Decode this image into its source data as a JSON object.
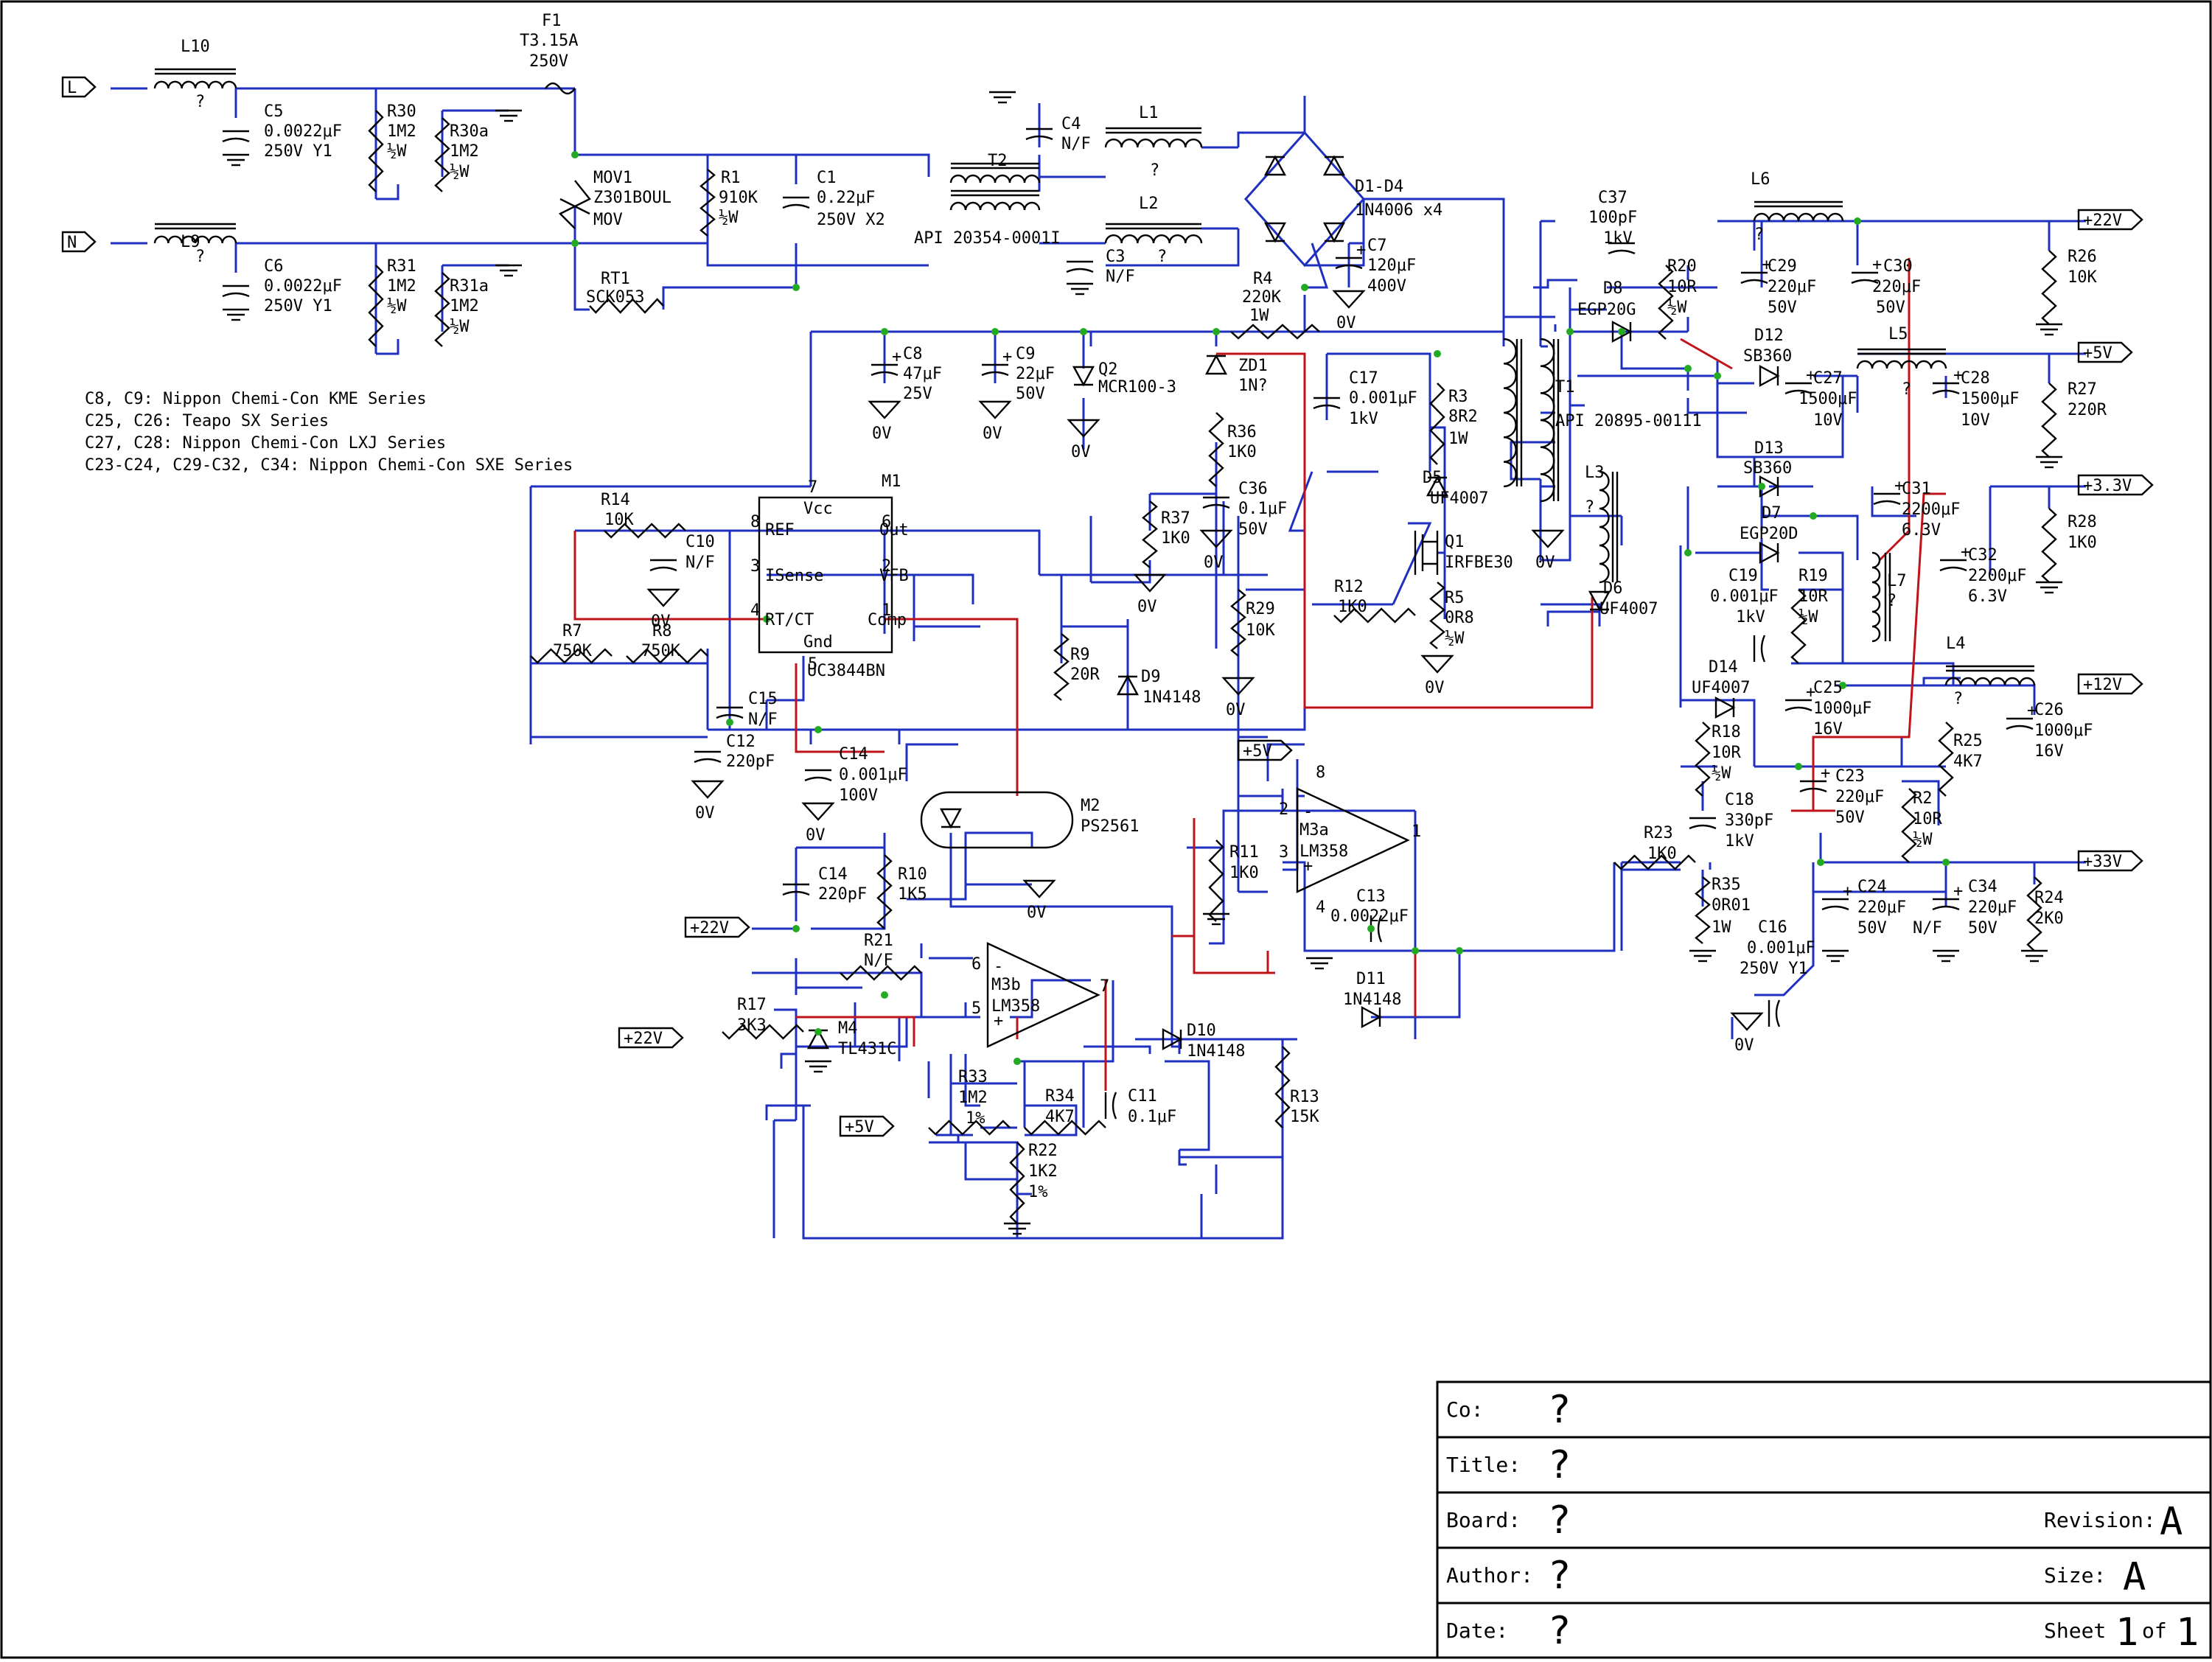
{
  "notes": [
    "C8, C9: Nippon Chemi-Con KME Series",
    "C25, C26: Teapo SX Series",
    "C27, C28: Nippon Chemi-Con LXJ Series",
    "C23-C24, C29-C32, C34: Nippon Chemi-Con SXE Series"
  ],
  "ports": [
    {
      "id": "L",
      "text": "L"
    },
    {
      "id": "N",
      "text": "N"
    },
    {
      "id": "p22a",
      "text": "+22V"
    },
    {
      "id": "p5a",
      "text": "+5V"
    },
    {
      "id": "p33",
      "text": "+3.3V"
    },
    {
      "id": "p12",
      "text": "+12V"
    },
    {
      "id": "p33b",
      "text": "+33V"
    },
    {
      "id": "in22a",
      "text": "+22V"
    },
    {
      "id": "in22b",
      "text": "+22V"
    },
    {
      "id": "in5a",
      "text": "+5V"
    },
    {
      "id": "in5b",
      "text": "+5V"
    }
  ],
  "labels": [
    {
      "id": "L10",
      "text": "L10"
    },
    {
      "id": "L10v",
      "text": "?"
    },
    {
      "id": "L9",
      "text": "L9"
    },
    {
      "id": "L9v",
      "text": "?"
    },
    {
      "id": "F1",
      "text": "F1"
    },
    {
      "id": "F1v",
      "text": "T3.15A"
    },
    {
      "id": "F1v2",
      "text": "250V"
    },
    {
      "id": "C5",
      "text": "C5"
    },
    {
      "id": "C5v",
      "text": "0.0022μF"
    },
    {
      "id": "C5v2",
      "text": "250V Y1"
    },
    {
      "id": "C6",
      "text": "C6"
    },
    {
      "id": "C6v",
      "text": "0.0022μF"
    },
    {
      "id": "C6v2",
      "text": "250V Y1"
    },
    {
      "id": "R30",
      "text": "R30"
    },
    {
      "id": "R30v",
      "text": "1M2"
    },
    {
      "id": "R30w",
      "text": "½W"
    },
    {
      "id": "R30a",
      "text": "R30a"
    },
    {
      "id": "R30av",
      "text": "1M2"
    },
    {
      "id": "R30aw",
      "text": "½W"
    },
    {
      "id": "R31",
      "text": "R31"
    },
    {
      "id": "R31v",
      "text": "1M2"
    },
    {
      "id": "R31w",
      "text": "½W"
    },
    {
      "id": "R31a",
      "text": "R31a"
    },
    {
      "id": "R31av",
      "text": "1M2"
    },
    {
      "id": "R31aw",
      "text": "½W"
    },
    {
      "id": "MOV1",
      "text": "MOV1"
    },
    {
      "id": "MOV1v",
      "text": "Z301BOUL"
    },
    {
      "id": "MOV1t",
      "text": "MOV"
    },
    {
      "id": "RT1",
      "text": "RT1"
    },
    {
      "id": "RT1v",
      "text": "SCK053"
    },
    {
      "id": "R1",
      "text": "R1"
    },
    {
      "id": "R1v",
      "text": "910K"
    },
    {
      "id": "R1w",
      "text": "½W"
    },
    {
      "id": "C1",
      "text": "C1"
    },
    {
      "id": "C1v",
      "text": "0.22μF"
    },
    {
      "id": "C1v2",
      "text": "250V X2"
    },
    {
      "id": "T2",
      "text": "T2"
    },
    {
      "id": "T2v",
      "text": "API 20354-0001I"
    },
    {
      "id": "C4",
      "text": "C4"
    },
    {
      "id": "C4v",
      "text": "N/F"
    },
    {
      "id": "C3",
      "text": "C3"
    },
    {
      "id": "C3v",
      "text": "N/F"
    },
    {
      "id": "L1",
      "text": "L1"
    },
    {
      "id": "L1v",
      "text": "?"
    },
    {
      "id": "L2",
      "text": "L2"
    },
    {
      "id": "L2v",
      "text": "?"
    },
    {
      "id": "D1D4",
      "text": "D1-D4"
    },
    {
      "id": "D1D4v",
      "text": "1N4006 x4"
    },
    {
      "id": "C7",
      "text": "C7"
    },
    {
      "id": "C7v",
      "text": "120μF"
    },
    {
      "id": "C7v2",
      "text": "400V"
    },
    {
      "id": "R4",
      "text": "R4"
    },
    {
      "id": "R4v",
      "text": "220K"
    },
    {
      "id": "R4w",
      "text": "1W"
    },
    {
      "id": "C8",
      "text": "C8"
    },
    {
      "id": "C8v",
      "text": "47μF"
    },
    {
      "id": "C8v2",
      "text": "25V"
    },
    {
      "id": "C9",
      "text": "C9"
    },
    {
      "id": "C9v",
      "text": "22μF"
    },
    {
      "id": "C9v2",
      "text": "50V"
    },
    {
      "id": "Q2",
      "text": "Q2"
    },
    {
      "id": "Q2v",
      "text": "MCR100-3"
    },
    {
      "id": "ZD1",
      "text": "ZD1"
    },
    {
      "id": "ZD1v",
      "text": "1N?"
    },
    {
      "id": "R36",
      "text": "R36"
    },
    {
      "id": "R36v",
      "text": "1K0"
    },
    {
      "id": "C36",
      "text": "C36"
    },
    {
      "id": "C36v",
      "text": "0.1μF"
    },
    {
      "id": "C36v2",
      "text": "50V"
    },
    {
      "id": "R37",
      "text": "R37"
    },
    {
      "id": "R37v",
      "text": "1K0"
    },
    {
      "id": "C17",
      "text": "C17"
    },
    {
      "id": "C17v",
      "text": "0.001μF"
    },
    {
      "id": "C17v2",
      "text": "1kV"
    },
    {
      "id": "R3",
      "text": "R3"
    },
    {
      "id": "R3v",
      "text": "8R2"
    },
    {
      "id": "R3w",
      "text": "1W"
    },
    {
      "id": "D5",
      "text": "D5"
    },
    {
      "id": "D5v",
      "text": "UF4007"
    },
    {
      "id": "Q1",
      "text": "Q1"
    },
    {
      "id": "Q1v",
      "text": "IRFBE30"
    },
    {
      "id": "R5",
      "text": "R5"
    },
    {
      "id": "R5v",
      "text": "0R8"
    },
    {
      "id": "R5w",
      "text": "½W"
    },
    {
      "id": "R12",
      "text": "R12"
    },
    {
      "id": "R12v",
      "text": "1K0"
    },
    {
      "id": "R29",
      "text": "R29"
    },
    {
      "id": "R29v",
      "text": "10K"
    },
    {
      "id": "M1",
      "text": "M1"
    },
    {
      "id": "M1v",
      "text": "UC3844BN"
    },
    {
      "id": "Vcc",
      "text": "Vcc"
    },
    {
      "id": "REF",
      "text": "REF"
    },
    {
      "id": "Out",
      "text": "Out"
    },
    {
      "id": "ISense",
      "text": "ISense"
    },
    {
      "id": "VFB",
      "text": "VFB"
    },
    {
      "id": "RTCT",
      "text": "RT/CT"
    },
    {
      "id": "Comp",
      "text": "Comp"
    },
    {
      "id": "Gnd",
      "text": "Gnd"
    },
    {
      "id": "R14",
      "text": "R14"
    },
    {
      "id": "R14v",
      "text": "10K"
    },
    {
      "id": "C10",
      "text": "C10"
    },
    {
      "id": "C10v",
      "text": "N/F"
    },
    {
      "id": "R7",
      "text": "R7"
    },
    {
      "id": "R7v",
      "text": "750K"
    },
    {
      "id": "R8",
      "text": "R8"
    },
    {
      "id": "R8v",
      "text": "750K"
    },
    {
      "id": "C15",
      "text": "C15"
    },
    {
      "id": "C15v",
      "text": "N/F"
    },
    {
      "id": "C12",
      "text": "C12"
    },
    {
      "id": "C12v",
      "text": "220pF"
    },
    {
      "id": "C14a",
      "text": "C14"
    },
    {
      "id": "C14av",
      "text": "0.001μF"
    },
    {
      "id": "C14av2",
      "text": "100V"
    },
    {
      "id": "R9",
      "text": "R9"
    },
    {
      "id": "R9v",
      "text": "20R"
    },
    {
      "id": "D9",
      "text": "D9"
    },
    {
      "id": "D9v",
      "text": "1N4148"
    },
    {
      "id": "M2",
      "text": "M2"
    },
    {
      "id": "M2v",
      "text": "PS2561"
    },
    {
      "id": "C14b",
      "text": "C14"
    },
    {
      "id": "C14bv",
      "text": "220pF"
    },
    {
      "id": "R10",
      "text": "R10"
    },
    {
      "id": "R10v",
      "text": "1K5"
    },
    {
      "id": "R21",
      "text": "R21"
    },
    {
      "id": "R21v",
      "text": "N/F"
    },
    {
      "id": "M3b",
      "text": "M3b"
    },
    {
      "id": "M3bv",
      "text": "LM358"
    },
    {
      "id": "R17",
      "text": "R17"
    },
    {
      "id": "R17v",
      "text": "3K3"
    },
    {
      "id": "M4",
      "text": "M4"
    },
    {
      "id": "M4v",
      "text": "TL431C"
    },
    {
      "id": "R33",
      "text": "R33"
    },
    {
      "id": "R33v",
      "text": "1M2"
    },
    {
      "id": "R33t",
      "text": "1%"
    },
    {
      "id": "R34",
      "text": "R34"
    },
    {
      "id": "R34v",
      "text": "4K7"
    },
    {
      "id": "C11",
      "text": "C11"
    },
    {
      "id": "C11v",
      "text": "0.1μF"
    },
    {
      "id": "R22",
      "text": "R22"
    },
    {
      "id": "R22v",
      "text": "1K2"
    },
    {
      "id": "R22t",
      "text": "1%"
    },
    {
      "id": "D10",
      "text": "D10"
    },
    {
      "id": "D10v",
      "text": "1N4148"
    },
    {
      "id": "R13",
      "text": "R13"
    },
    {
      "id": "R13v",
      "text": "15K"
    },
    {
      "id": "M3a",
      "text": "M3a"
    },
    {
      "id": "M3av",
      "text": "LM358"
    },
    {
      "id": "R11",
      "text": "R11"
    },
    {
      "id": "R11v",
      "text": "1K0"
    },
    {
      "id": "C13",
      "text": "C13"
    },
    {
      "id": "C13v",
      "text": "0.0022μF"
    },
    {
      "id": "D11",
      "text": "D11"
    },
    {
      "id": "D11v",
      "text": "1N4148"
    },
    {
      "id": "T1",
      "text": "T1"
    },
    {
      "id": "T1v",
      "text": "API 20895-00111"
    },
    {
      "id": "L3",
      "text": "L3"
    },
    {
      "id": "L3v",
      "text": "?"
    },
    {
      "id": "D6",
      "text": "D6"
    },
    {
      "id": "D6v",
      "text": "UF4007"
    },
    {
      "id": "C37",
      "text": "C37"
    },
    {
      "id": "C37v",
      "text": "100pF"
    },
    {
      "id": "C37v2",
      "text": "1kV"
    },
    {
      "id": "D8",
      "text": "D8"
    },
    {
      "id": "D8v",
      "text": "EGP20G"
    },
    {
      "id": "R20",
      "text": "R20"
    },
    {
      "id": "R20v",
      "text": "10R"
    },
    {
      "id": "R20w",
      "text": "½W"
    },
    {
      "id": "L6",
      "text": "L6"
    },
    {
      "id": "L6v",
      "text": "?"
    },
    {
      "id": "C29",
      "text": "C29"
    },
    {
      "id": "C29v",
      "text": "220μF"
    },
    {
      "id": "C29v2",
      "text": "50V"
    },
    {
      "id": "C30",
      "text": "C30"
    },
    {
      "id": "C30v",
      "text": "220μF"
    },
    {
      "id": "C30v2",
      "text": "50V"
    },
    {
      "id": "R26",
      "text": "R26"
    },
    {
      "id": "R26v",
      "text": "10K"
    },
    {
      "id": "D12",
      "text": "D12"
    },
    {
      "id": "D12v",
      "text": "SB360"
    },
    {
      "id": "L5",
      "text": "L5"
    },
    {
      "id": "L5v",
      "text": "?"
    },
    {
      "id": "C27",
      "text": "C27"
    },
    {
      "id": "C27v",
      "text": "1500μF"
    },
    {
      "id": "C27v2",
      "text": "10V"
    },
    {
      "id": "C28",
      "text": "C28"
    },
    {
      "id": "C28v",
      "text": "1500μF"
    },
    {
      "id": "C28v2",
      "text": "10V"
    },
    {
      "id": "R27",
      "text": "R27"
    },
    {
      "id": "R27v",
      "text": "220R"
    },
    {
      "id": "D13",
      "text": "D13"
    },
    {
      "id": "D13v",
      "text": "SB360"
    },
    {
      "id": "C31",
      "text": "C31"
    },
    {
      "id": "C31v",
      "text": "2200μF"
    },
    {
      "id": "C31v2",
      "text": "6.3V"
    },
    {
      "id": "C32",
      "text": "C32"
    },
    {
      "id": "C32v",
      "text": "2200μF"
    },
    {
      "id": "C32v2",
      "text": "6.3V"
    },
    {
      "id": "R28",
      "text": "R28"
    },
    {
      "id": "R28v",
      "text": "1K0"
    },
    {
      "id": "L7",
      "text": "L7"
    },
    {
      "id": "L7v",
      "text": "?"
    },
    {
      "id": "D7",
      "text": "D7"
    },
    {
      "id": "D7v",
      "text": "EGP20D"
    },
    {
      "id": "C19",
      "text": "C19"
    },
    {
      "id": "C19v",
      "text": "0.001μF"
    },
    {
      "id": "C19v2",
      "text": "1kV"
    },
    {
      "id": "R19",
      "text": "R19"
    },
    {
      "id": "R19v",
      "text": "10R"
    },
    {
      "id": "R19w",
      "text": "½W"
    },
    {
      "id": "L4",
      "text": "L4"
    },
    {
      "id": "L4v",
      "text": "?"
    },
    {
      "id": "D14",
      "text": "D14"
    },
    {
      "id": "D14v",
      "text": "UF4007"
    },
    {
      "id": "C25",
      "text": "C25"
    },
    {
      "id": "C25v",
      "text": "1000μF"
    },
    {
      "id": "C25v2",
      "text": "16V"
    },
    {
      "id": "C26",
      "text": "C26"
    },
    {
      "id": "C26v",
      "text": "1000μF"
    },
    {
      "id": "C26v2",
      "text": "16V"
    },
    {
      "id": "R25",
      "text": "R25"
    },
    {
      "id": "R25v",
      "text": "4K7"
    },
    {
      "id": "R18",
      "text": "R18"
    },
    {
      "id": "R18v",
      "text": "10R"
    },
    {
      "id": "R18w",
      "text": "½W"
    },
    {
      "id": "C23",
      "text": "C23"
    },
    {
      "id": "C23v",
      "text": "220μF"
    },
    {
      "id": "C23v2",
      "text": "50V"
    },
    {
      "id": "R2",
      "text": "R2"
    },
    {
      "id": "R2v",
      "text": "10R"
    },
    {
      "id": "R2w",
      "text": "½W"
    },
    {
      "id": "C18",
      "text": "C18"
    },
    {
      "id": "C18v",
      "text": "330pF"
    },
    {
      "id": "C18v2",
      "text": "1kV"
    },
    {
      "id": "R23",
      "text": "R23"
    },
    {
      "id": "R23v",
      "text": "1K0"
    },
    {
      "id": "R35",
      "text": "R35"
    },
    {
      "id": "R35v",
      "text": "0R01"
    },
    {
      "id": "R35w",
      "text": "1W"
    },
    {
      "id": "C16",
      "text": "C16"
    },
    {
      "id": "C16v",
      "text": "0.001μF"
    },
    {
      "id": "C16v2",
      "text": "250V Y1"
    },
    {
      "id": "C24",
      "text": "C24"
    },
    {
      "id": "C24v",
      "text": "220μF"
    },
    {
      "id": "C24v2",
      "text": "50V"
    },
    {
      "id": "C34",
      "text": "C34"
    },
    {
      "id": "C34v",
      "text": "220μF"
    },
    {
      "id": "C34v2",
      "text": "50V"
    },
    {
      "id": "C34nf",
      "text": "N/F"
    },
    {
      "id": "R24",
      "text": "R24"
    },
    {
      "id": "R24v",
      "text": "2K0"
    },
    {
      "id": "pin7",
      "text": "7"
    },
    {
      "id": "pin8",
      "text": "8"
    },
    {
      "id": "pin3",
      "text": "3"
    },
    {
      "id": "pin4",
      "text": "4"
    },
    {
      "id": "pin6",
      "text": "6"
    },
    {
      "id": "pin2",
      "text": "2"
    },
    {
      "id": "pin1",
      "text": "1"
    },
    {
      "id": "pin5",
      "text": "5"
    },
    {
      "id": "a8",
      "text": "8"
    },
    {
      "id": "a2",
      "text": "2"
    },
    {
      "id": "a3",
      "text": "3"
    },
    {
      "id": "a1",
      "text": "1"
    },
    {
      "id": "a4",
      "text": "4"
    },
    {
      "id": "b6",
      "text": "6"
    },
    {
      "id": "b5",
      "text": "5"
    },
    {
      "id": "b7",
      "text": "7"
    }
  ],
  "ground_label": "0V",
  "title_block": {
    "co_label": "Co:",
    "co_value": "?",
    "title_label": "Title:",
    "title_value": "?",
    "board_label": "Board:",
    "board_value": "?",
    "revision_label": "Revision:",
    "revision_value": "A",
    "author_label": "Author:",
    "author_value": "?",
    "size_label": "Size:",
    "size_value": "A",
    "date_label": "Date:",
    "date_value": "?",
    "sheet_label": "Sheet",
    "sheet_num": "1",
    "sheet_of": "of",
    "sheet_total": "1"
  },
  "colors": {
    "wire": "#1f2fbf",
    "wire_alt": "#c0141c",
    "junction": "#22aa22"
  }
}
